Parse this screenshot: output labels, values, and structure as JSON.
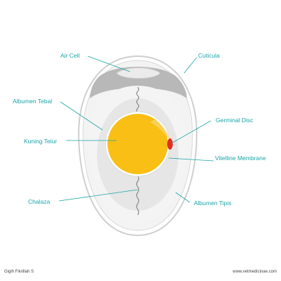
{
  "labels": {
    "air_cell": "Air Cell",
    "cuticula": "Cuticula",
    "albumen_tebal": "Albumen Tebal",
    "germinal_disc": "Germinal Disc",
    "kuning_telur": "Kuning Telur",
    "vitelline_membrane": "Vitelline Membrane",
    "chalaza": "Chalaza",
    "albumen_tipis": "Albumen Tipis"
  },
  "footer": {
    "author": "Gigih Fikrillah S",
    "website": "www.vetmedicinae.com"
  },
  "colors": {
    "label": "#1aa5a8",
    "shell_outline": "#c9c9c9",
    "yolk": "#f9bf14",
    "germinal_disc": "#e02f26",
    "air_cell": "#ececec",
    "thick_albumen": "#e6e6e6",
    "thin_albumen": "#f4f4f4"
  }
}
